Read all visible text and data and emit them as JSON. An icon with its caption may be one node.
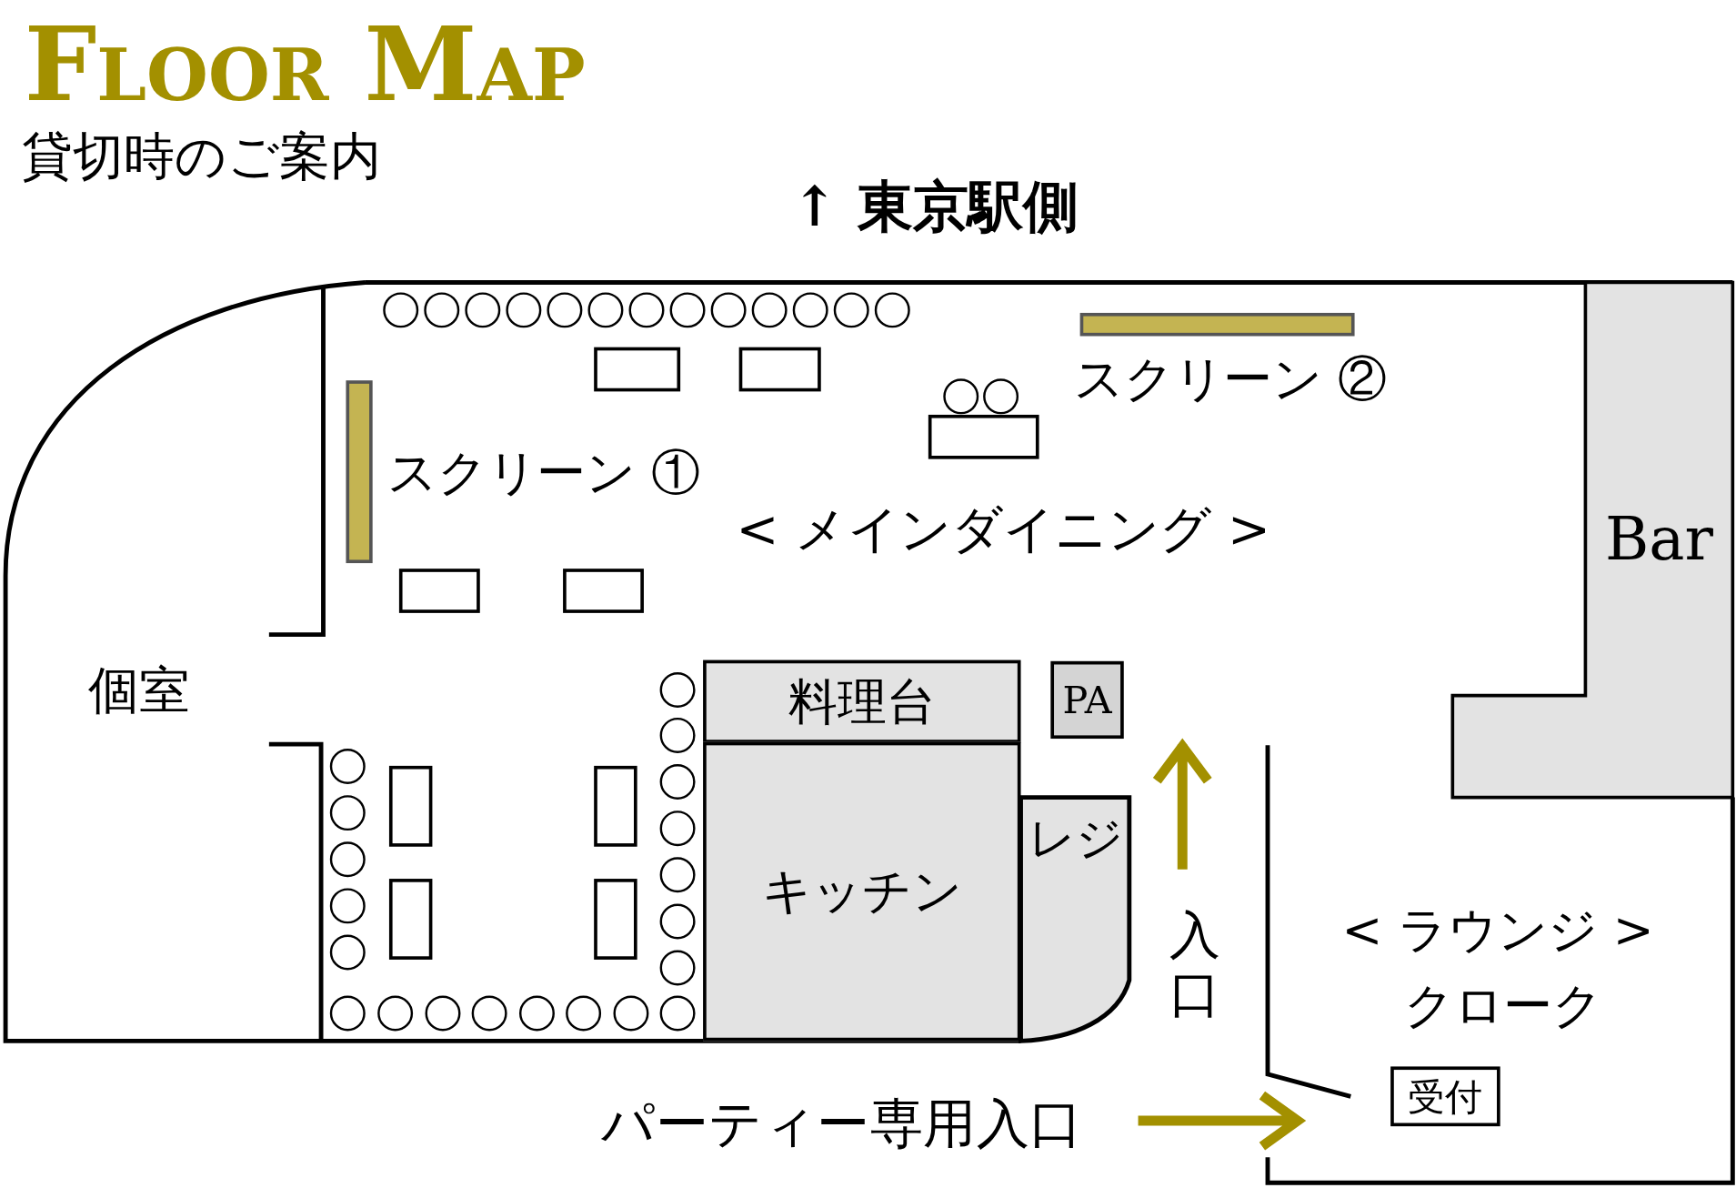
{
  "diagram": {
    "title": "Floor Map",
    "nodes": [
      {
        "text": [
          "Bar"
        ]
      },
      {
        "text": [
          "料理台"
        ]
      },
      {
        "text": [
          "キッチン"
        ]
      },
      {
        "text": [
          "PA"
        ]
      },
      {
        "text": [
          "レジ"
        ]
      },
      {
        "text": [
          "受付"
        ]
      },
      {
        "text": [],
        "shape": "bar",
        "beside": [
          "スクリーン ①"
        ]
      },
      {
        "text": [],
        "shape": "bar",
        "beside": [
          "スクリーン ②"
        ]
      }
    ],
    "labels": [
      "貸切時のご案内",
      "↑ 東京駅側",
      "< メインダイニング >",
      "個室",
      "入口",
      "< ラウンジ >",
      "クローク",
      "パーティー専用入口"
    ]
  }
}
